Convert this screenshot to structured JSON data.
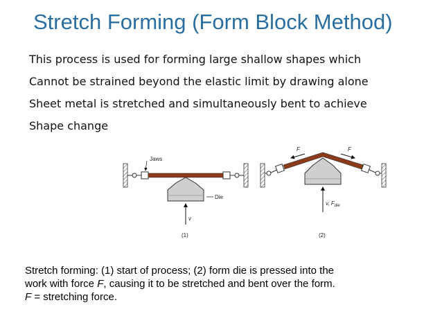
{
  "slide": {
    "title": "Stretch Forming (Form Block Method)",
    "body_lines": [
      "This process is used for forming large shallow shapes which",
      "Cannot  be strained beyond the elastic limit by drawing alone",
      "Sheet metal is stretched and simultaneously bent to achieve",
      "Shape change"
    ]
  },
  "figure": {
    "panel1": {
      "jaws_label": "Jaws",
      "die_label": "Die",
      "force_label": "v",
      "caption_number": "(1)"
    },
    "panel2": {
      "force_left_label": "F",
      "force_right_label": "F",
      "die_force_label": "v, F",
      "die_force_subscript": "die",
      "caption_number": "(2)"
    },
    "colors": {
      "sheet": "#8b3a1a",
      "die": "#cfcfcf",
      "title": "#2a6ea0"
    }
  },
  "caption": {
    "line1": "Stretch forming: (1) start of process; (2) form die is pressed into the",
    "line2_prefix": "work with force ",
    "line2_var": "F",
    "line2_suffix": ", causing it to be stretched and bent over the form.",
    "line3_var": "F",
    "line3_suffix": " = stretching force."
  }
}
